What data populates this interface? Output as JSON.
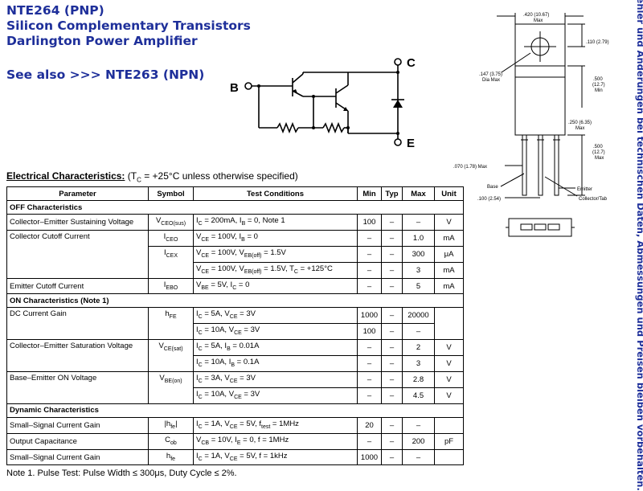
{
  "header": {
    "part": "NTE264 (PNP)",
    "line1": "Silicon Complementary Transistors",
    "line2": "Darlington Power Amplifier",
    "see_also": "See also >>> NTE263 (NPN)"
  },
  "side_note": "Fehler und Änderungen bei technischen Daten, Abmessungen und Preisen bleiben vorbehalten.",
  "schematic": {
    "b": "B",
    "c": "C",
    "e": "E"
  },
  "package": {
    "dims": [
      ".420 (10.67)",
      "Max",
      ".110 (2.79)",
      ".147 (3.75)",
      "Dia Max",
      ".500",
      "(12.7)",
      "Min",
      ".250 (6.35)",
      "Max",
      ".500",
      "(12.7)",
      "Max",
      ".070 (1.78) Max",
      ".100 (2.54)"
    ],
    "labels": {
      "base": "Base",
      "emitter": "Emitter",
      "collector": "Collector/Tab"
    }
  },
  "ec": {
    "title": "Electrical Characteristics:",
    "cond": "(T",
    "cond_sub": "C",
    "cond_rest": " = +25°C unless otherwise specified)",
    "headers": [
      "Parameter",
      "Symbol",
      "Test Conditions",
      "Min",
      "Typ",
      "Max",
      "Unit"
    ],
    "sections": {
      "off": "OFF Characteristics",
      "on": "ON Characteristics  (Note 1)",
      "dyn": "Dynamic Characteristics"
    },
    "params": {
      "p1": "Collector–Emitter Sustaining Voltage",
      "p2": "Collector Cutoff Current",
      "p3": "Emitter Cutoff Current",
      "p4": "DC Current Gain",
      "p5": "Collector–Emitter Saturation Voltage",
      "p6": "Base–Emitter ON Voltage",
      "p7": "Small–Signal Current Gain",
      "p8": "Output Capacitance",
      "p9": "Small–Signal Current Gain"
    },
    "values": {
      "r1": [
        "100",
        "–",
        "–",
        "V"
      ],
      "r2": [
        "–",
        "–",
        "1.0",
        "mA"
      ],
      "r3": [
        "–",
        "–",
        "300",
        "μA"
      ],
      "r4": [
        "–",
        "–",
        "3",
        "mA"
      ],
      "r5": [
        "–",
        "–",
        "5",
        "mA"
      ],
      "r6": [
        "1000",
        "–",
        "20000"
      ],
      "r7": [
        "100",
        "–",
        "–"
      ],
      "r8": [
        "–",
        "–",
        "2",
        "V"
      ],
      "r9": [
        "–",
        "–",
        "3",
        "V"
      ],
      "r10": [
        "–",
        "–",
        "2.8",
        "V"
      ],
      "r11": [
        "–",
        "–",
        "4.5",
        "V"
      ],
      "r12": [
        "20",
        "–",
        "–"
      ],
      "r13": [
        "–",
        "–",
        "200",
        "pF"
      ],
      "r14": [
        "1000",
        "–",
        "–"
      ]
    }
  },
  "note": "Note  1. Pulse Test:  Pulse Width ≤ 300μs, Duty Cycle ≤ 2%."
}
